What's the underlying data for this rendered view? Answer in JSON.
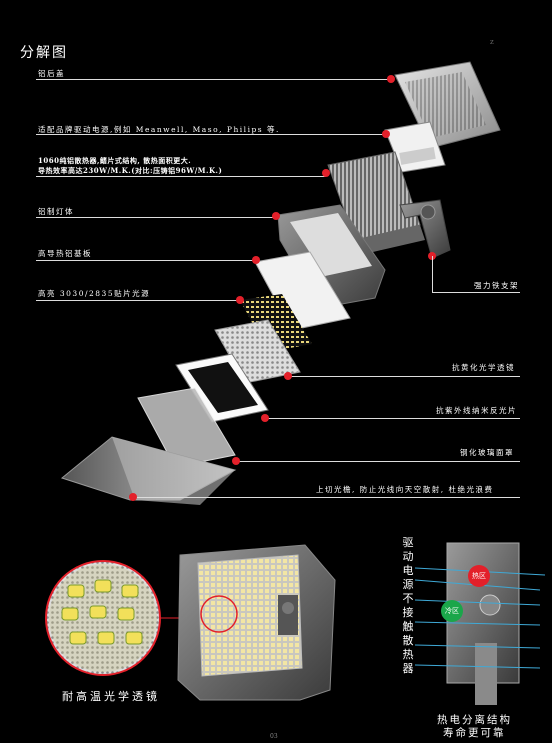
{
  "title": "分解图",
  "corner_mark": "z",
  "labels": {
    "rear_cover": "铝后盖",
    "driver": "适配品牌驱动电源,例如 Meanwell, Maso, Philips 等.",
    "heatsink_line1": "1060纯铝散热器,鳍片式结构, 散热面积更大.",
    "heatsink_line2": "导热效率高达230W/M.K.(对比:压铸铝96W/M.K.)",
    "housing": "铝制灯体",
    "substrate": "高导热铝基板",
    "led": "高亮 3030/2835贴片光源",
    "bracket": "强力铁支架",
    "lens": "抗黄化光学透镜",
    "reflector": "抗紫外线纳米反光片",
    "glass": "钢化玻璃面罩",
    "visor": "上切光檐, 防止光线向天空散射, 杜绝光浪费"
  },
  "bottom": {
    "lens_caption": "耐高温光学透镜",
    "vertical_text": [
      "驱",
      "动",
      "电",
      "源",
      "不",
      "接",
      "触",
      "散",
      "热",
      "器"
    ],
    "hot_zone": "热区",
    "cold_zone": "冷区",
    "caption_line1": "热电分离结构",
    "caption_line2": "寿命更可靠"
  },
  "page_number": "03",
  "colors": {
    "accent": "#e3202a",
    "cold": "#1aa64a",
    "arrow": "#3fa9d6"
  }
}
